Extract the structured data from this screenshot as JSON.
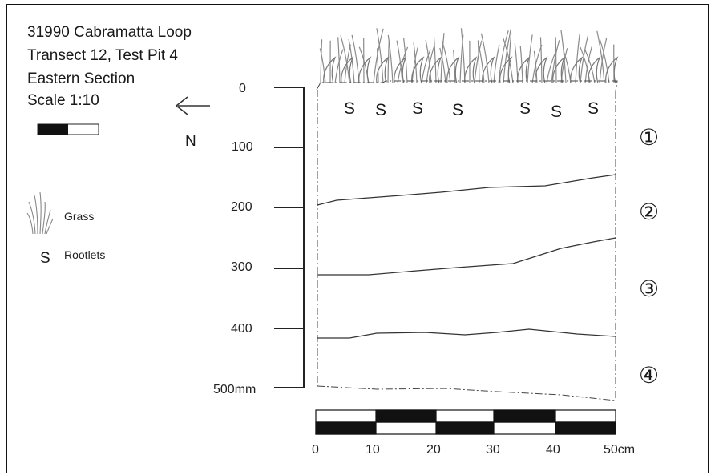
{
  "header": {
    "line1": "31990 Cabramatta Loop",
    "line2": "Transect 12, Test Pit 4",
    "line3": "Eastern Section",
    "line4": "Scale 1:10"
  },
  "north_label": "N",
  "legend": {
    "grass_label": "Grass",
    "rootlets_symbol": "S",
    "rootlets_label": "Rootlets"
  },
  "depth_axis": {
    "ticks": [
      "0",
      "100",
      "200",
      "300",
      "400",
      "500mm"
    ]
  },
  "horizontal_scale": {
    "ticks": [
      "0",
      "10",
      "20",
      "30",
      "40",
      "50cm"
    ]
  },
  "rootlet_marks": [
    "S",
    "S",
    "S",
    "S",
    "S",
    "S",
    "S"
  ],
  "layers": [
    "①",
    "②",
    "③",
    "④"
  ]
}
